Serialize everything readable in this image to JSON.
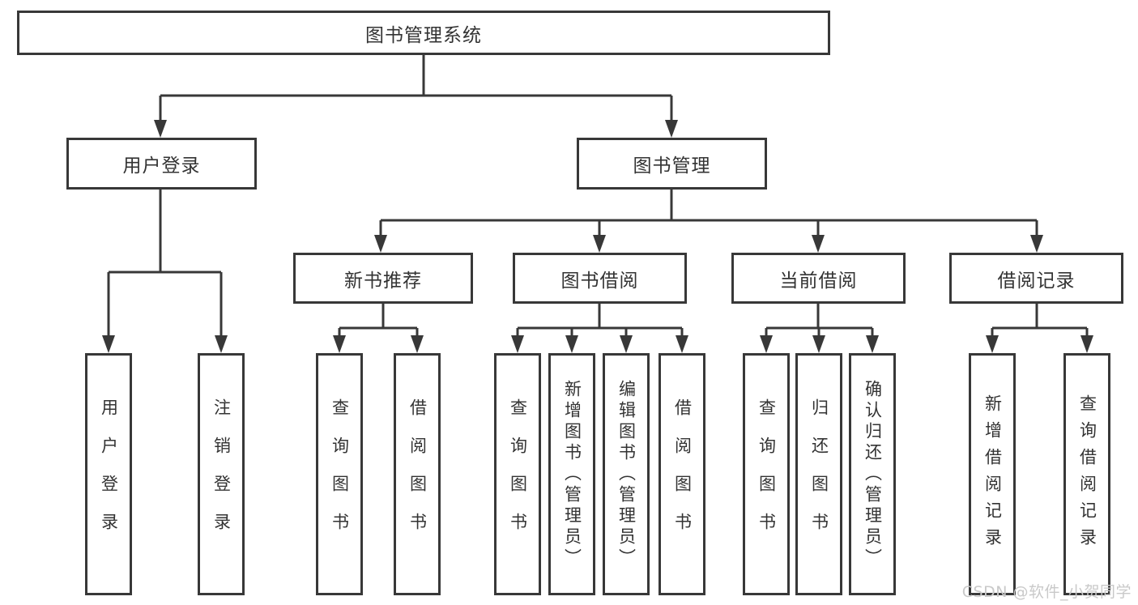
{
  "nodes": {
    "root": {
      "label": "图书管理系统"
    },
    "login": {
      "label": "用户登录"
    },
    "manage": {
      "label": "图书管理"
    },
    "recommend": {
      "label": "新书推荐"
    },
    "borrow": {
      "label": "图书借阅"
    },
    "current": {
      "label": "当前借阅"
    },
    "records": {
      "label": "借阅记录"
    }
  },
  "leaves": {
    "login": [
      "用户登录",
      "注销登录"
    ],
    "recommend": [
      "查询图书",
      "借阅图书"
    ],
    "borrow": [
      "查询图书",
      "新增图书（管理员）",
      "编辑图书（管理员）",
      "借阅图书"
    ],
    "current": [
      "查询图书",
      "归还图书",
      "确认归还（管理员）"
    ],
    "records": [
      "新增借阅记录",
      "查询借阅记录"
    ]
  },
  "watermark": "CSDN @软件_小贺同学",
  "colors": {
    "line": "#383838",
    "text": "#333333",
    "box_background": "#ffffff",
    "watermark": "#c9c9c9",
    "background": "#ffffff"
  }
}
